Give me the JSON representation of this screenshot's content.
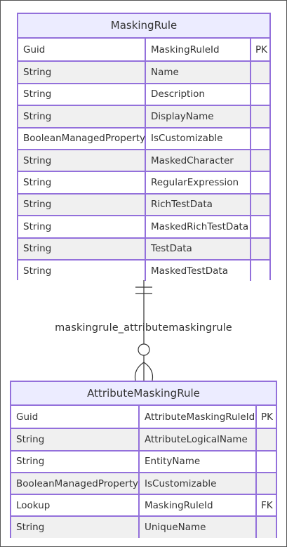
{
  "diagram": {
    "entities": [
      {
        "name": "MaskingRule",
        "attributes": [
          {
            "type": "Guid",
            "name": "MaskingRuleId",
            "key": "PK"
          },
          {
            "type": "String",
            "name": "Name",
            "key": ""
          },
          {
            "type": "String",
            "name": "Description",
            "key": ""
          },
          {
            "type": "String",
            "name": "DisplayName",
            "key": ""
          },
          {
            "type": "BooleanManagedProperty",
            "name": "IsCustomizable",
            "key": ""
          },
          {
            "type": "String",
            "name": "MaskedCharacter",
            "key": ""
          },
          {
            "type": "String",
            "name": "RegularExpression",
            "key": ""
          },
          {
            "type": "String",
            "name": "RichTestData",
            "key": ""
          },
          {
            "type": "String",
            "name": "MaskedRichTestData",
            "key": ""
          },
          {
            "type": "String",
            "name": "TestData",
            "key": ""
          },
          {
            "type": "String",
            "name": "MaskedTestData",
            "key": ""
          }
        ]
      },
      {
        "name": "AttributeMaskingRule",
        "attributes": [
          {
            "type": "Guid",
            "name": "AttributeMaskingRuleId",
            "key": "PK"
          },
          {
            "type": "String",
            "name": "AttributeLogicalName",
            "key": ""
          },
          {
            "type": "String",
            "name": "EntityName",
            "key": ""
          },
          {
            "type": "BooleanManagedProperty",
            "name": "IsCustomizable",
            "key": ""
          },
          {
            "type": "Lookup",
            "name": "MaskingRuleId",
            "key": "FK"
          },
          {
            "type": "String",
            "name": "UniqueName",
            "key": ""
          }
        ]
      }
    ],
    "relationship": {
      "label": "maskingrule_attributemaskingrule",
      "from_cardinality": "exactly-one",
      "to_cardinality": "zero-or-more"
    },
    "colors": {
      "border": "#9370db",
      "header_fill": "#ececff",
      "row_alt_fill": "#f0f0f0",
      "line": "#333333"
    }
  }
}
